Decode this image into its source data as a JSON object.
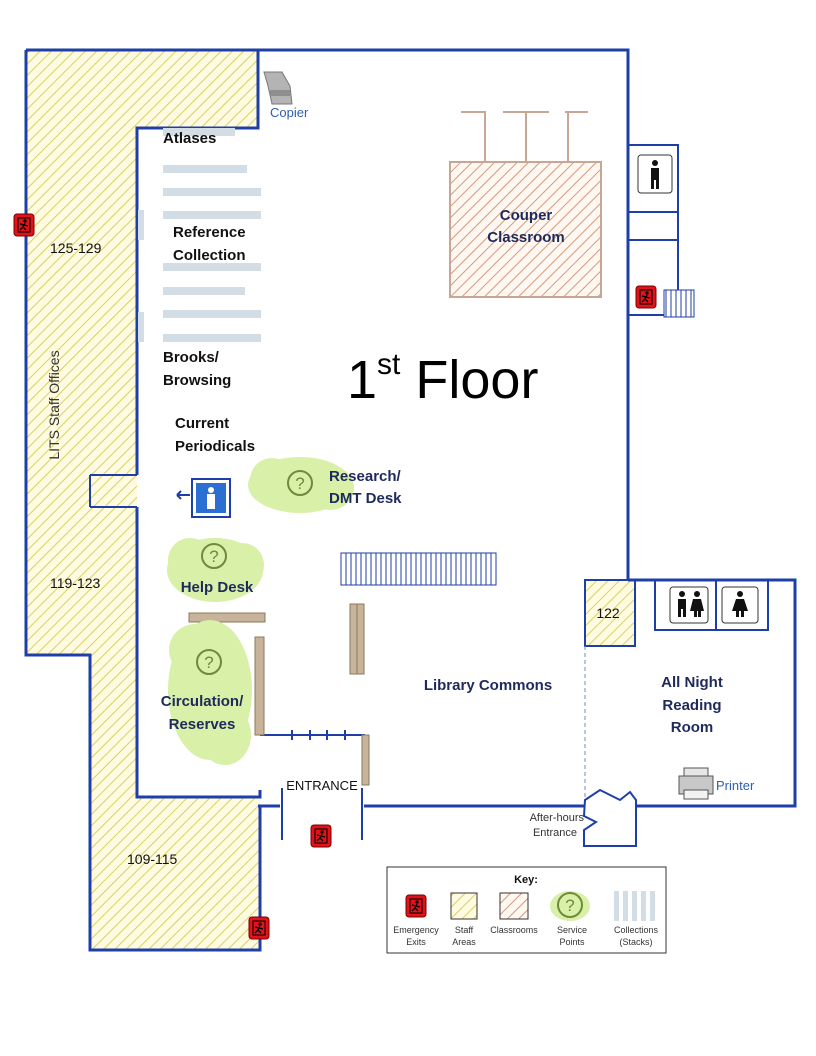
{
  "floor": {
    "title_main": "1",
    "title_sup": "st",
    "title_rest": " Floor"
  },
  "zones": {
    "staff_offices": "LITS Staff Offices",
    "rooms_top": "125-129",
    "rooms_mid": "119-123",
    "rooms_bottom": "109-115",
    "room_122": "122"
  },
  "collections": {
    "atlases": "Atlases",
    "reference_1": "Reference",
    "reference_2": "Collection",
    "brooks_1": "Brooks/",
    "brooks_2": "Browsing",
    "periodicals_1": "Current",
    "periodicals_2": "Periodicals"
  },
  "rooms": {
    "couper_1": "Couper",
    "couper_2": "Classroom",
    "commons": "Library Commons",
    "allnight_1": "All Night",
    "allnight_2": "Reading",
    "allnight_3": "Room"
  },
  "service_points": {
    "research_1": "Research/",
    "research_2": "DMT Desk",
    "help": "Help Desk",
    "circ_1": "Circulation/",
    "circ_2": "Reserves"
  },
  "facilities": {
    "copier": "Copier",
    "printer": "Printer",
    "entrance": "ENTRANCE",
    "after_hours_1": "After-hours",
    "after_hours_2": "Entrance"
  },
  "key": {
    "title": "Key:",
    "emergency_1": "Emergency",
    "emergency_2": "Exits",
    "staff_1": "Staff",
    "staff_2": "Areas",
    "classrooms": "Classrooms",
    "service_1": "Service",
    "service_2": "Points",
    "collections_1": "Collections",
    "collections_2": "(Stacks)"
  },
  "icons": [
    "emergency-exit-icon",
    "elevator-icon",
    "restroom-icon",
    "help-icon",
    "copier-icon",
    "printer-icon"
  ],
  "colors": {
    "wall": "#1f3fa8",
    "staff_hatch": "#d9cf6a",
    "classroom_hatch": "#d49a78",
    "service_cloud": "#d8f0a8",
    "stacks": "#d3dde6",
    "furniture": "#c8b49a",
    "exit_red": "#e0121a",
    "text_navy": "#1f2a5c"
  }
}
